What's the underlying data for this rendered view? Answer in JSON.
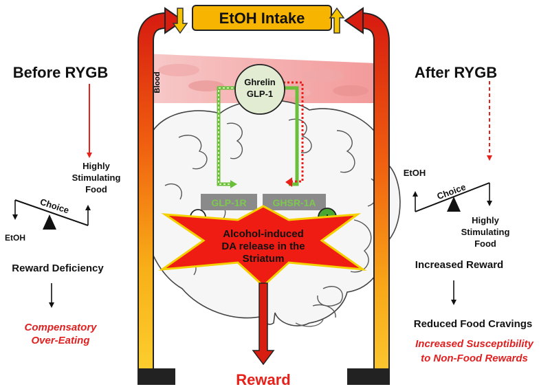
{
  "title_box": "EtOH Intake",
  "bottom_label": "Reward",
  "center": {
    "hormones": [
      "Ghrelin",
      "GLP-1"
    ],
    "blood_label": "Blood",
    "receptor_left": "GLP-1R",
    "receptor_right": "GHSR-1A",
    "sign_left": "–",
    "sign_right": "+",
    "star_lines": [
      "Alcohol-induced",
      "DA release in the",
      "Striatum"
    ]
  },
  "left": {
    "heading": "Before RYGB",
    "choice": "Choice",
    "high_end": [
      "Highly",
      "Stimulating",
      "Food"
    ],
    "low_end": "EtOH",
    "result": "Reward Deficiency",
    "outcome": [
      "Compensatory",
      "Over-Eating"
    ]
  },
  "right": {
    "heading": "After RYGB",
    "choice": "Choice",
    "high_end": "EtOH",
    "low_end": [
      "Highly",
      "Stimulating",
      "Food"
    ],
    "result": "Increased Reward",
    "result2": "Reduced Food Cravings",
    "outcome": [
      "Increased Susceptibility",
      "to Non-Food Rewards"
    ]
  },
  "colors": {
    "accent_red": "#e8201a",
    "outcome_red": "#e02020",
    "box_fill": "#f7b400",
    "receptor_fill": "#8a8a8a",
    "receptor_text": "#7ec850",
    "hormone_fill": "#e2ecd2",
    "plus_fill": "#4aa832"
  }
}
